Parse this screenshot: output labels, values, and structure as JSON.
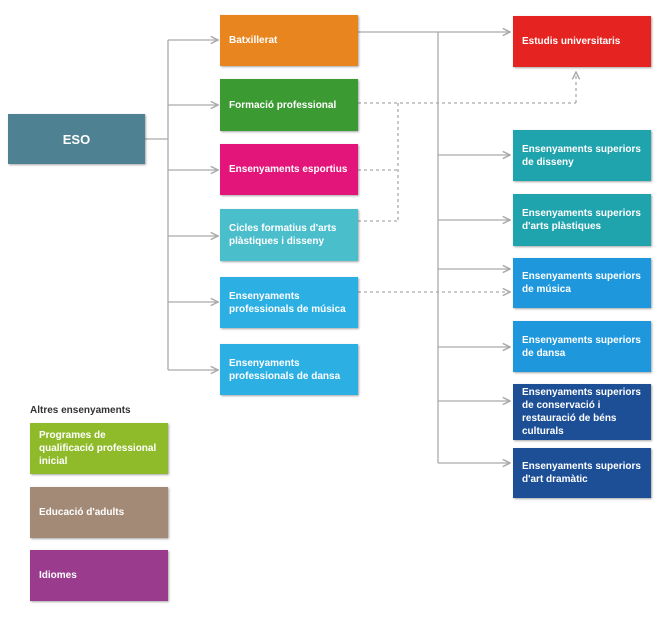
{
  "eso": {
    "label": "ESO",
    "color": "#4e8293"
  },
  "middle": [
    {
      "id": "batxillerat",
      "label": "Batxillerat",
      "color": "#e9851f"
    },
    {
      "id": "formacio-professional",
      "label": "Formació professional",
      "color": "#3c9a32"
    },
    {
      "id": "ensenyaments-esportius",
      "label": "Ensenyaments esportius",
      "color": "#e4157a"
    },
    {
      "id": "cicles-arts-plastiques",
      "label": "Cicles formatius d'arts plàstiques i disseny",
      "color": "#4bbecc"
    },
    {
      "id": "professionals-musica",
      "label": "Ensenyaments professionals de música",
      "color": "#2cb0e4"
    },
    {
      "id": "professionals-dansa",
      "label": "Ensenyaments professionals de dansa",
      "color": "#2cb0e4"
    }
  ],
  "right": [
    {
      "id": "estudis-universitaris",
      "label": "Estudis universitaris",
      "color": "#e52421"
    },
    {
      "id": "superiors-disseny",
      "label": "Ensenyaments superiors de disseny",
      "color": "#1fa3ad"
    },
    {
      "id": "superiors-arts-plastiques",
      "label": "Ensenyaments superiors d'arts plàstiques",
      "color": "#1fa3ad"
    },
    {
      "id": "superiors-musica",
      "label": "Ensenyaments superiors de música",
      "color": "#1e97dc"
    },
    {
      "id": "superiors-dansa",
      "label": "Ensenyaments superiors de dansa",
      "color": "#1e97dc"
    },
    {
      "id": "superiors-conservacio",
      "label": "Ensenyaments superiors de conservació i restauració de béns culturals",
      "color": "#1d4f97"
    },
    {
      "id": "superiors-art-dramatic",
      "label": "Ensenyaments superiors d'art dramàtic",
      "color": "#1d4f97"
    }
  ],
  "other": {
    "heading": "Altres ensenyaments",
    "items": [
      {
        "id": "programes-qualificacio",
        "label": "Programes de qualificació professional inicial",
        "color": "#8fbb2b"
      },
      {
        "id": "educacio-adults",
        "label": "Educació d'adults",
        "color": "#a38a77"
      },
      {
        "id": "idiomes",
        "label": "Idiomes",
        "color": "#9b3b8e"
      }
    ]
  },
  "connector_color": "#aaaaaa"
}
